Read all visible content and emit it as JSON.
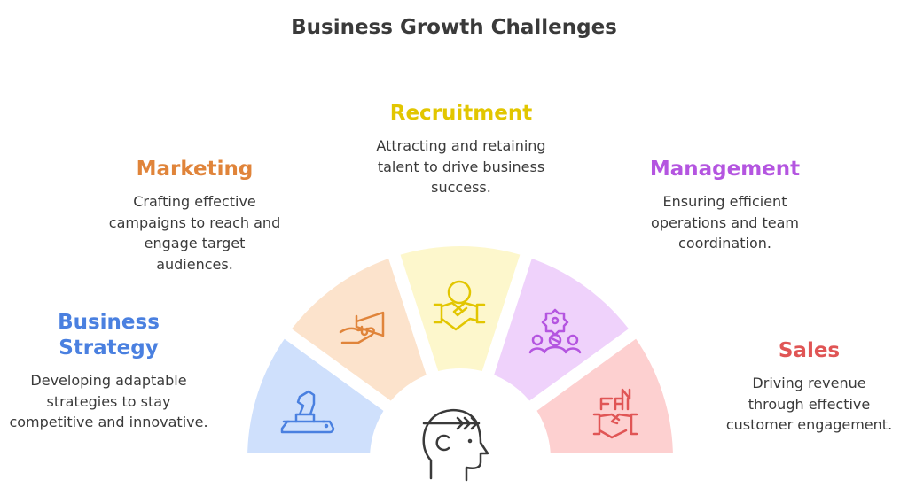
{
  "title": "Business Growth Challenges",
  "items": [
    {
      "heading": "Business\nStrategy",
      "desc": "Developing adaptable strategies to stay competitive and innovative.",
      "color": "#4a80e0",
      "fill": "#cfe0fc",
      "icon": "chess-knight-icon"
    },
    {
      "heading": "Marketing",
      "desc": "Crafting effective campaigns to reach and engage target audiences.",
      "color": "#e0843a",
      "fill": "#fce3cc",
      "icon": "megaphone-hand-icon"
    },
    {
      "heading": "Recruitment",
      "desc": "Attracting and retaining talent to drive business success.",
      "color": "#e2c600",
      "fill": "#fdf7cc",
      "icon": "globe-handshake-icon"
    },
    {
      "heading": "Management",
      "desc": "Ensuring efficient operations and team coordination.",
      "color": "#b455e0",
      "fill": "#efd2fb",
      "icon": "team-gear-icon"
    },
    {
      "heading": "Sales",
      "desc": "Driving revenue through effective customer engagement.",
      "color": "#e05555",
      "fill": "#fdd0d0",
      "icon": "building-handshake-icon"
    }
  ]
}
